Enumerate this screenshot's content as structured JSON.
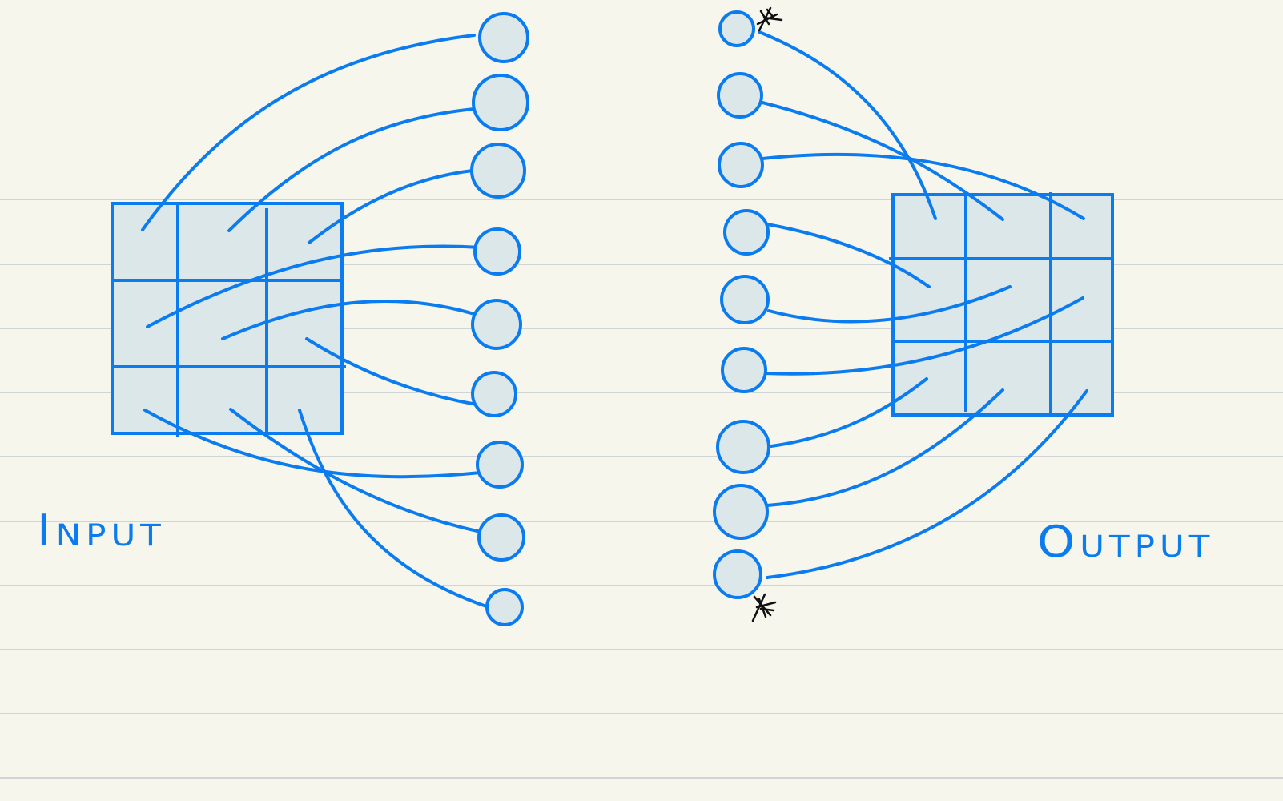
{
  "colors": {
    "paper": "#f6f6ec",
    "ruled_line": "#cfd4d6",
    "stroke": "#0b7cf0",
    "cell_fill": "#dce7e9",
    "mark": "#111111"
  },
  "labels": {
    "input": "Input",
    "output": "Output"
  },
  "input_grid": {
    "rows": 3,
    "cols": 3
  },
  "output_grid": {
    "rows": 3,
    "cols": 3
  },
  "input_nodes": 9,
  "output_nodes": 9,
  "special_marks": [
    "first-output-node",
    "last-output-node"
  ]
}
